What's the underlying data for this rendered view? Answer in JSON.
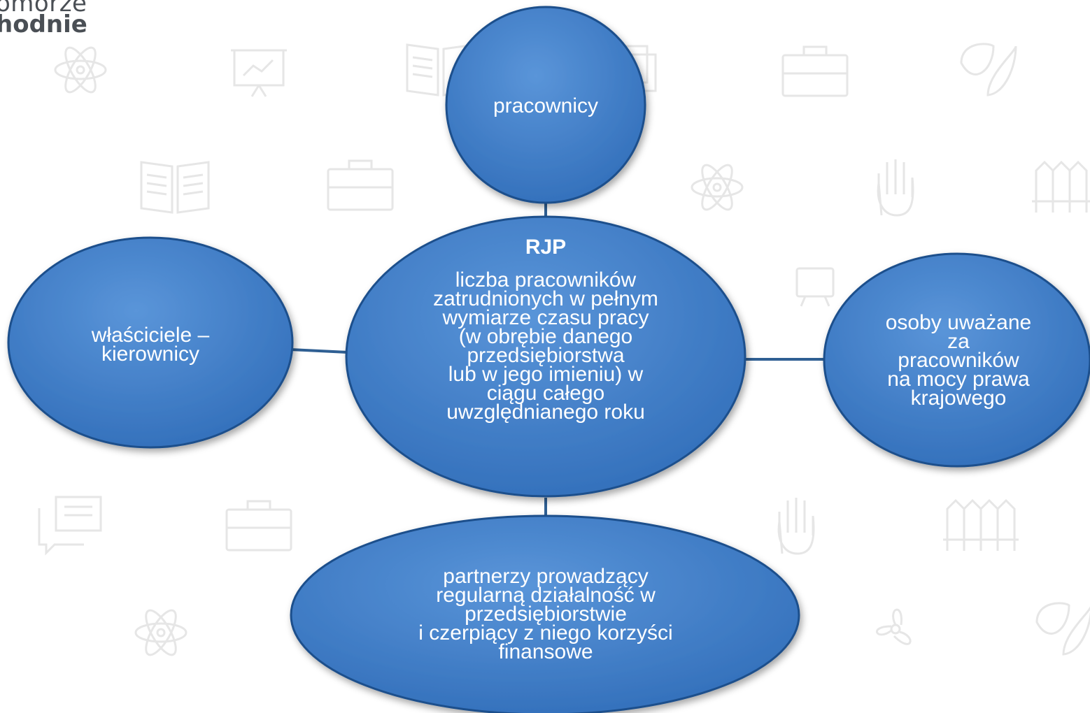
{
  "logo": {
    "line1": "omorze",
    "line2": "hodnie"
  },
  "center": {
    "title": "RJP",
    "lines": [
      "liczba pracowników",
      "zatrudnionych w pełnym",
      "wymiarze czasu pracy",
      "(w obrębie danego",
      "przedsiębiorstwa",
      "lub w jego imieniu) w",
      "ciągu całego",
      "uwzględnianego roku"
    ]
  },
  "nodes": {
    "top": [
      "pracownicy"
    ],
    "left": [
      "właściciele –",
      "kierownicy"
    ],
    "right": [
      "osoby uważane",
      "za",
      "pracowników",
      "na mocy prawa",
      "krajowego"
    ],
    "bottom": [
      "partnerzy prowadzący",
      "regularną działalność w",
      "przedsiębiorstwie",
      "i czerpiący z niego korzyści",
      "finansowe"
    ]
  },
  "colors": {
    "node_fill": "#3d7cc9",
    "node_fill_light": "#5a95d9",
    "node_stroke": "#1e4f8c",
    "connector": "#2f5f93",
    "text": "#ffffff",
    "pattern": "#ececec"
  }
}
